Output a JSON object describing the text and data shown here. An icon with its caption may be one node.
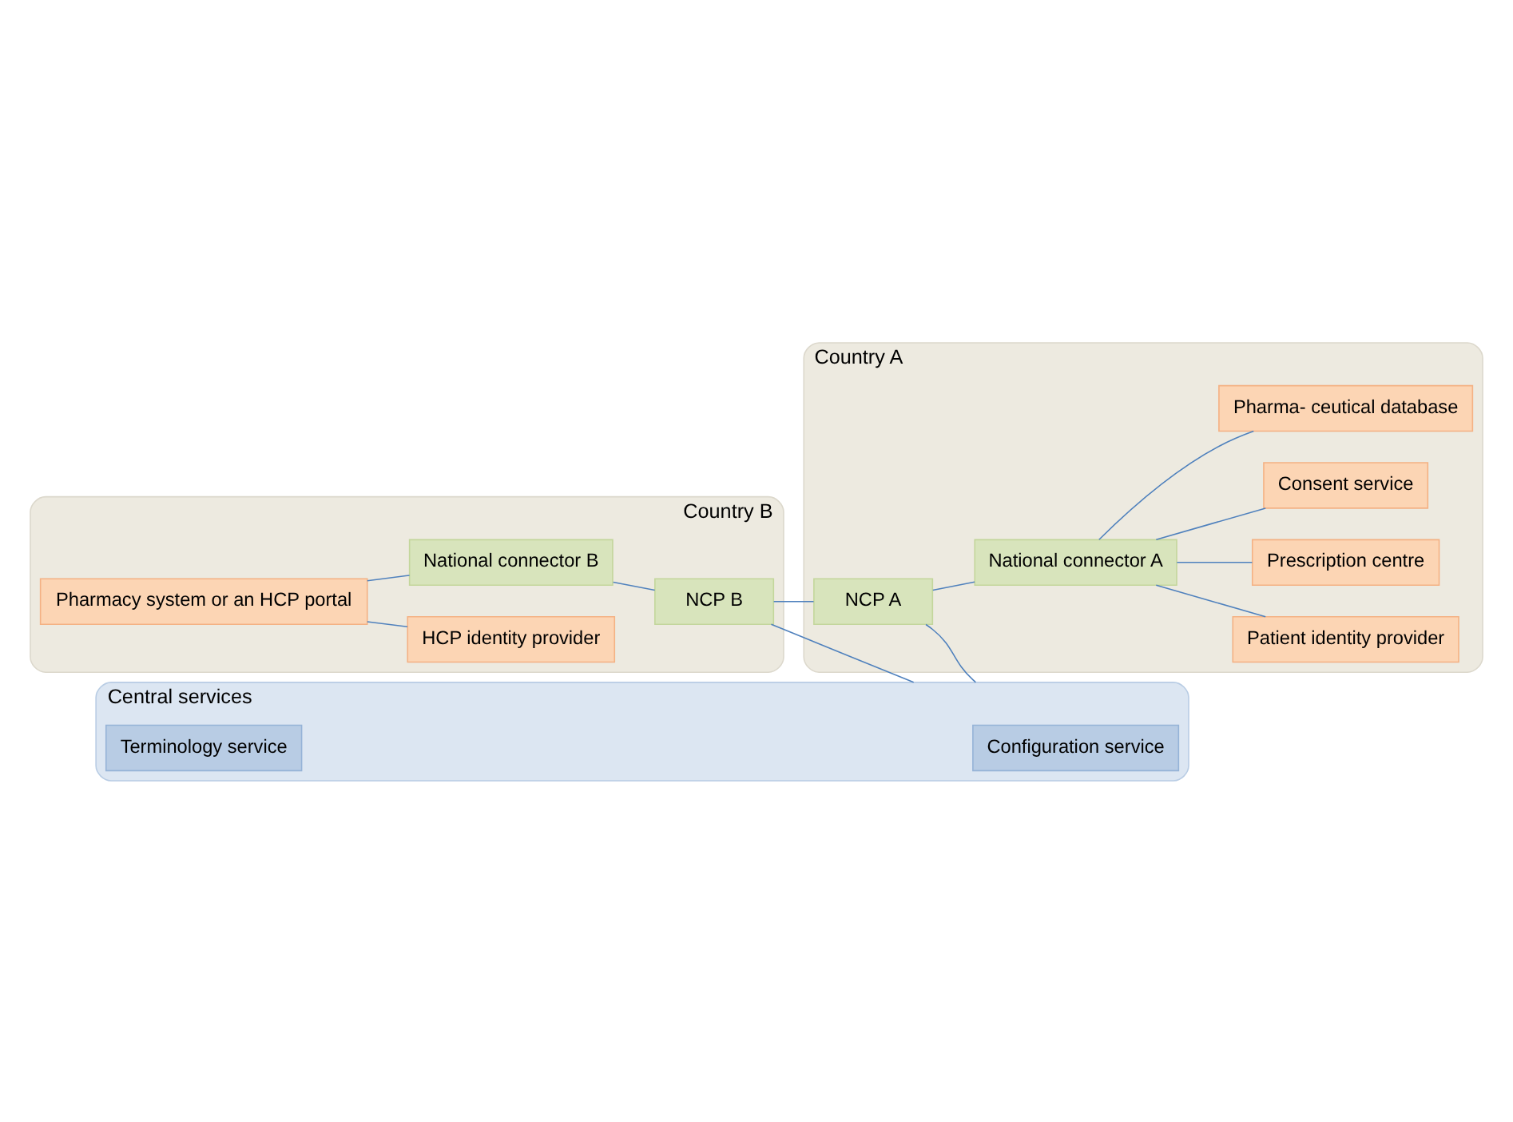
{
  "diagram": {
    "nodes": [
      {
        "text": [
          "Country B"
        ]
      },
      {
        "text": [
          "Pharmacy system or an HCP portal"
        ],
        "in": 0
      },
      {
        "text": [
          "HCP identity provider"
        ],
        "in": 0
      },
      {
        "text": [
          "National connector B"
        ],
        "in": 0
      },
      {
        "text": [
          "NCP B"
        ],
        "in": 0
      },
      {
        "text": [
          "Country A"
        ]
      },
      {
        "text": [
          "NCP A"
        ],
        "in": 5
      },
      {
        "text": [
          "National connector A"
        ],
        "in": 5
      },
      {
        "text": [
          "Patient identity provider"
        ],
        "in": 5
      },
      {
        "text": [
          "Prescription centre"
        ],
        "in": 5
      },
      {
        "text": [
          "Consent service"
        ],
        "in": 5
      },
      {
        "text": [
          "Pharma- ceutical database"
        ],
        "in": 5
      },
      {
        "text": [
          "Central services"
        ]
      },
      {
        "text": [
          "Configuration service"
        ],
        "in": 12
      },
      {
        "text": [
          "Terminology service"
        ],
        "in": 12
      }
    ],
    "edges": [
      {
        "from": 1,
        "to": 3,
        "arrow": "none"
      },
      {
        "from": 1,
        "to": 2,
        "arrow": "none"
      },
      {
        "from": 3,
        "to": 4,
        "arrow": "none"
      },
      {
        "from": 4,
        "to": 6,
        "arrow": "none"
      },
      {
        "from": 6,
        "to": 7,
        "arrow": "none"
      },
      {
        "from": 7,
        "to": 8,
        "arrow": "none"
      },
      {
        "from": 7,
        "to": 9,
        "arrow": "none"
      },
      {
        "from": 7,
        "to": 10,
        "arrow": "none"
      },
      {
        "from": 7,
        "to": 11,
        "arrow": "none"
      },
      {
        "from": 4,
        "to": 12,
        "arrow": "none"
      },
      {
        "from": 6,
        "to": 12,
        "arrow": "none"
      }
    ]
  }
}
